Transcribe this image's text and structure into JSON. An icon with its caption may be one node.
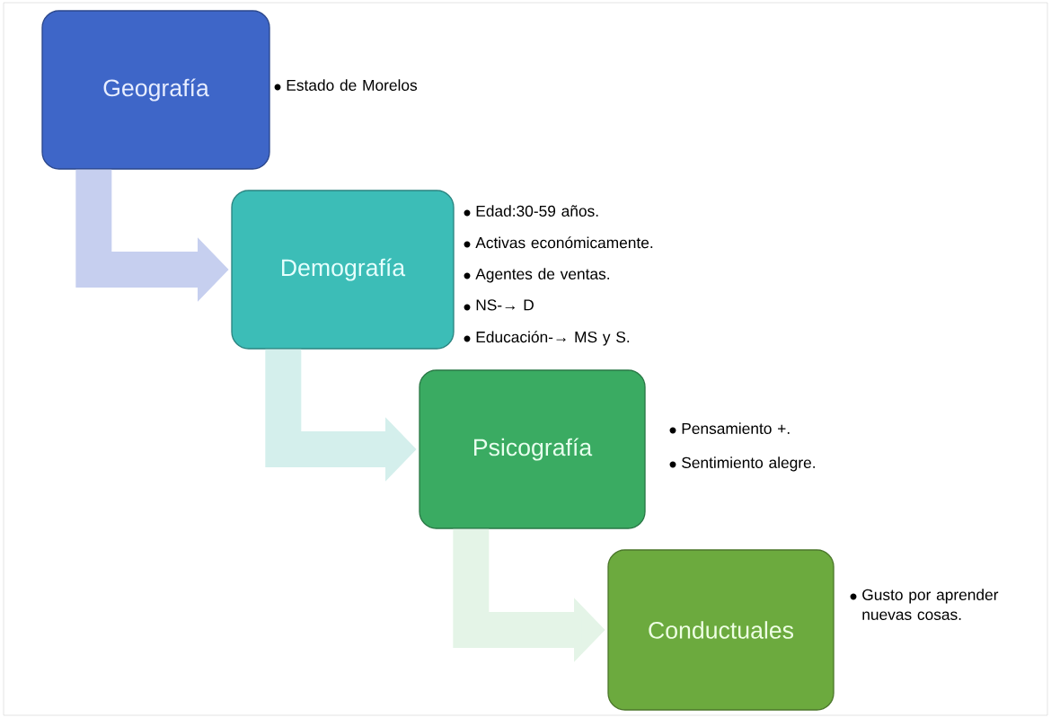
{
  "diagram": {
    "nodes": [
      {
        "text": [
          "Geografía"
        ],
        "beside": [
          "Estado de Morelos"
        ]
      },
      {
        "text": [
          "Demografía"
        ],
        "beside": [
          "Edad:30-59 años.",
          "Activas económicamente.",
          "Agentes de ventas.",
          "NS-→ D",
          "Educación-→ MS y S."
        ]
      },
      {
        "text": [
          "Psicografía"
        ],
        "beside": [
          "Pensamiento +.",
          "Sentimiento alegre."
        ]
      },
      {
        "text": [
          "Conductuales"
        ],
        "beside": [
          "Gusto por aprender nuevas cosas."
        ]
      }
    ],
    "edges": [
      {
        "from": 0,
        "to": 1,
        "arrow": "to"
      },
      {
        "from": 1,
        "to": 2,
        "arrow": "to"
      },
      {
        "from": 2,
        "to": 3,
        "arrow": "to"
      }
    ]
  }
}
